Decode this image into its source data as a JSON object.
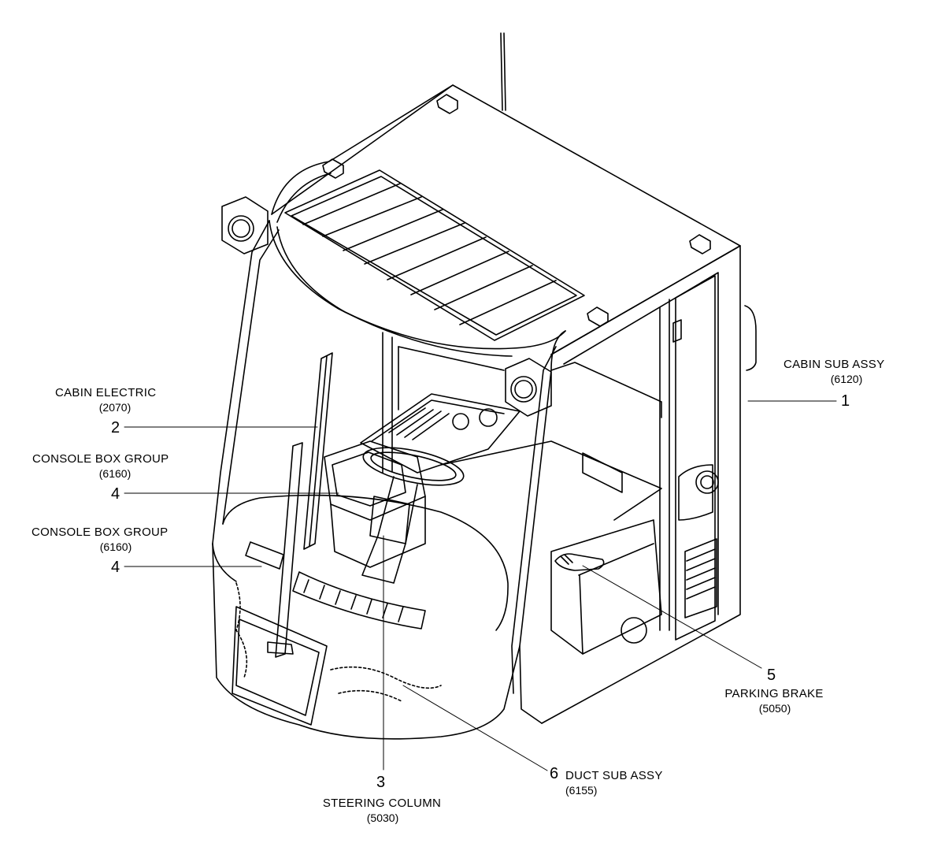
{
  "callouts": [
    {
      "num": "1",
      "name": "CABIN SUB ASSY",
      "code": "(6120)"
    },
    {
      "num": "2",
      "name": "CABIN ELECTRIC",
      "code": "(2070)"
    },
    {
      "num": "4",
      "name": "CONSOLE BOX GROUP",
      "code": "(6160)"
    },
    {
      "num": "4",
      "name": "CONSOLE BOX GROUP",
      "code": "(6160)"
    },
    {
      "num": "3",
      "name": "STEERING COLUMN",
      "code": "(5030)"
    },
    {
      "num": "5",
      "name": "PARKING BRAKE",
      "code": "(5050)"
    },
    {
      "num": "6",
      "name": "DUCT SUB ASSY",
      "code": "(6155)"
    }
  ]
}
